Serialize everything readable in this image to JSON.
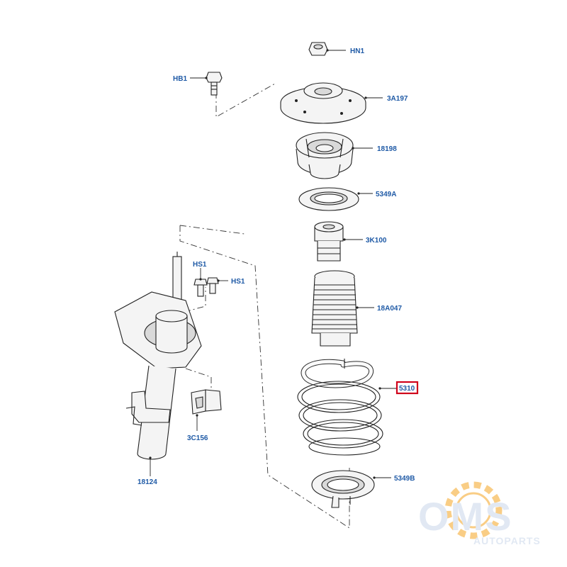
{
  "labels": {
    "hn1": "HN1",
    "hb1": "HB1",
    "top_mount": "3A197",
    "bearing": "18198",
    "upper_seat": "5349A",
    "bump_stop": "3K100",
    "dust_boot": "18A047",
    "spring": "5310",
    "lower_seat": "5349B",
    "strut": "18124",
    "bracket": "3C156",
    "hs1_upper": "HS1",
    "hs1_right": "HS1"
  },
  "highlighted_part": "5310",
  "colors": {
    "label_text": "#1f5aa6",
    "highlight_box": "#d0021b",
    "line": "#222222",
    "watermark_orange": "#f5a623",
    "watermark_blue": "#c9d7ea"
  },
  "watermark": {
    "brand": "OMS",
    "sub": "AUTOPARTS"
  }
}
